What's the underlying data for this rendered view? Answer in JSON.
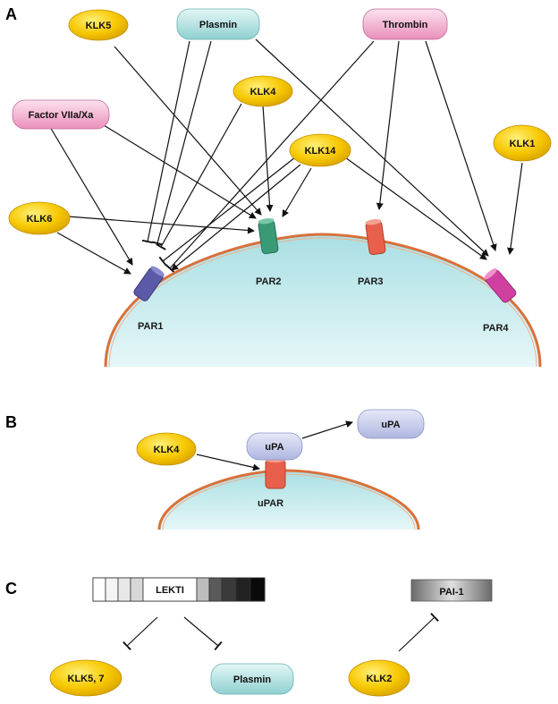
{
  "panels": {
    "a": "A",
    "b": "B",
    "c": "C"
  },
  "panel_a": {
    "proteases": {
      "klk5": "KLK5",
      "plasmin": "Plasmin",
      "thrombin": "Thrombin",
      "klk4": "KLK4",
      "factor": "Factor VIIa/Xa",
      "klk14": "KLK14",
      "klk1": "KLK1",
      "klk6": "KLK6"
    },
    "receptors": {
      "par1": "PAR1",
      "par2": "PAR2",
      "par3": "PAR3",
      "par4": "PAR4"
    }
  },
  "panel_b": {
    "klk4": "KLK4",
    "upa_bound": "uPA",
    "upa_free": "uPA",
    "upar": "uPAR"
  },
  "panel_c": {
    "lekti": "LEKTI",
    "pai1": "PAI-1",
    "klk57": "KLK5, 7",
    "plasmin": "Plasmin",
    "klk2": "KLK2"
  },
  "colors": {
    "klk_fill": "#f5c400",
    "plasmin_fill": "#a6dcdc",
    "thrombin_fill": "#f2a6c8",
    "cell_fill": "#c8ecee",
    "membrane": "#d9703a",
    "par1": "#5a5aa8",
    "par2": "#3a9a76",
    "par3": "#e8604c",
    "par4": "#d040a0",
    "upa": "#b8c0e4"
  }
}
